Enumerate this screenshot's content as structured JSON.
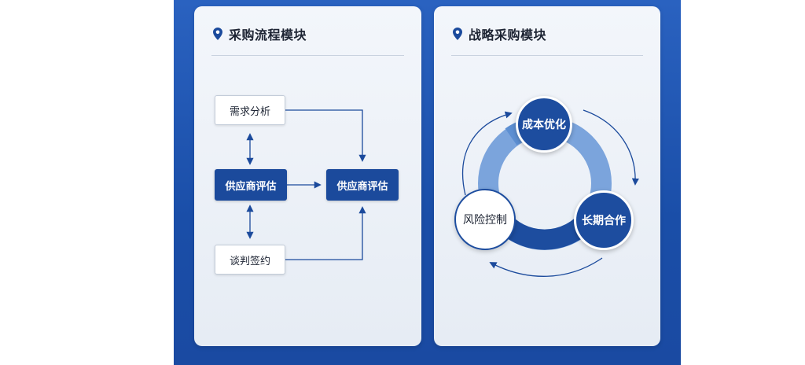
{
  "left_card": {
    "title": "采购流程模块",
    "icon": "location-pin-icon",
    "nodes": {
      "demand": "需求分析",
      "supplier_eval_left": "供应商评估",
      "supplier_eval_right": "供应商评估",
      "negotiate": "谈判签约"
    }
  },
  "right_card": {
    "title": "战略采购模块",
    "icon": "location-pin-icon",
    "nodes": {
      "cost": "成本优化",
      "longterm": "长期合作",
      "risk": "风险控制"
    }
  },
  "colors": {
    "panel_blue": "#1a4ea8",
    "node_dark": "#1b4a9c",
    "ring_light": "#7aa3db",
    "ring_dark": "#1d4d9f"
  }
}
